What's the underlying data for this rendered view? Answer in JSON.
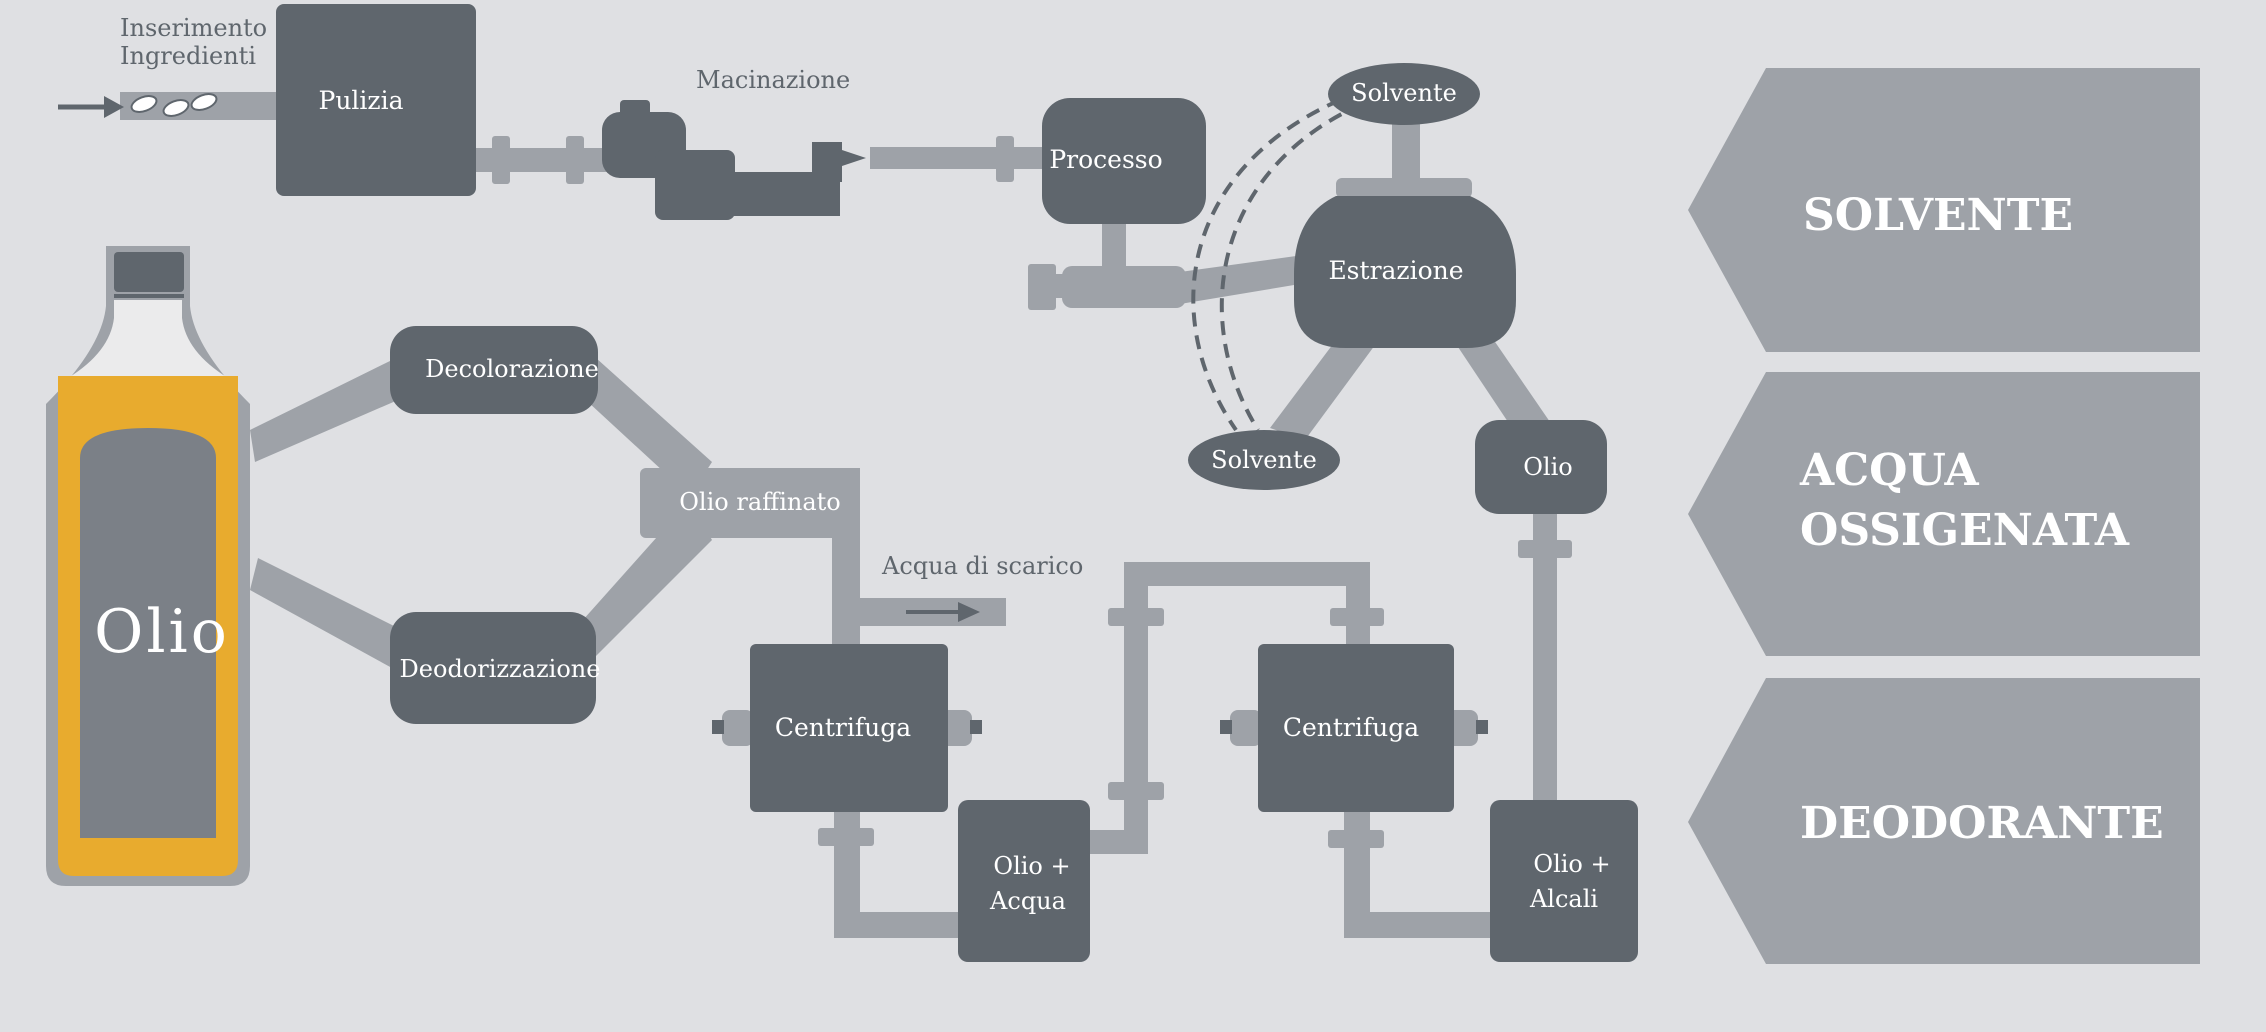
{
  "colors": {
    "background": "#dfe0e3",
    "pipe": "#9ea2a8",
    "node": "#5f666d",
    "node_text": "#ffffff",
    "label_text": "#5f666d",
    "bottle_glass": "#9ea2a8",
    "bottle_oil": "#e8ab2e",
    "bottle_inner": "#7b8087",
    "bottle_neck": "#ebebec"
  },
  "flow": {
    "inserimento_line1": "Inserimento",
    "inserimento_line2": "Ingredienti",
    "pulizia": "Pulizia",
    "macinazione": "Macinazione",
    "processo": "Processo",
    "solvente_top": "Solvente",
    "estrazione": "Estrazione",
    "solvente_bottom": "Solvente",
    "olio_node": "Olio",
    "decolorazione": "Decolorazione",
    "deodorizzazione": "Deodorizzazione",
    "olio_raffinato": "Olio raffinato",
    "acqua_scarico": "Acqua di scarico",
    "centrifuga_left": "Centrifuga",
    "centrifuga_right": "Centrifuga",
    "olio_acqua_line1": "Olio +",
    "olio_acqua_line2": "Acqua",
    "olio_alcali_line1": "Olio +",
    "olio_alcali_line2": "Alcali"
  },
  "bottle": {
    "label": "Olio"
  },
  "sidebar": {
    "items": [
      {
        "lines": [
          "SOLVENTE"
        ]
      },
      {
        "lines": [
          "ACQUA",
          "OSSIGENATA"
        ]
      },
      {
        "lines": [
          "DEODORANTE"
        ]
      }
    ]
  }
}
